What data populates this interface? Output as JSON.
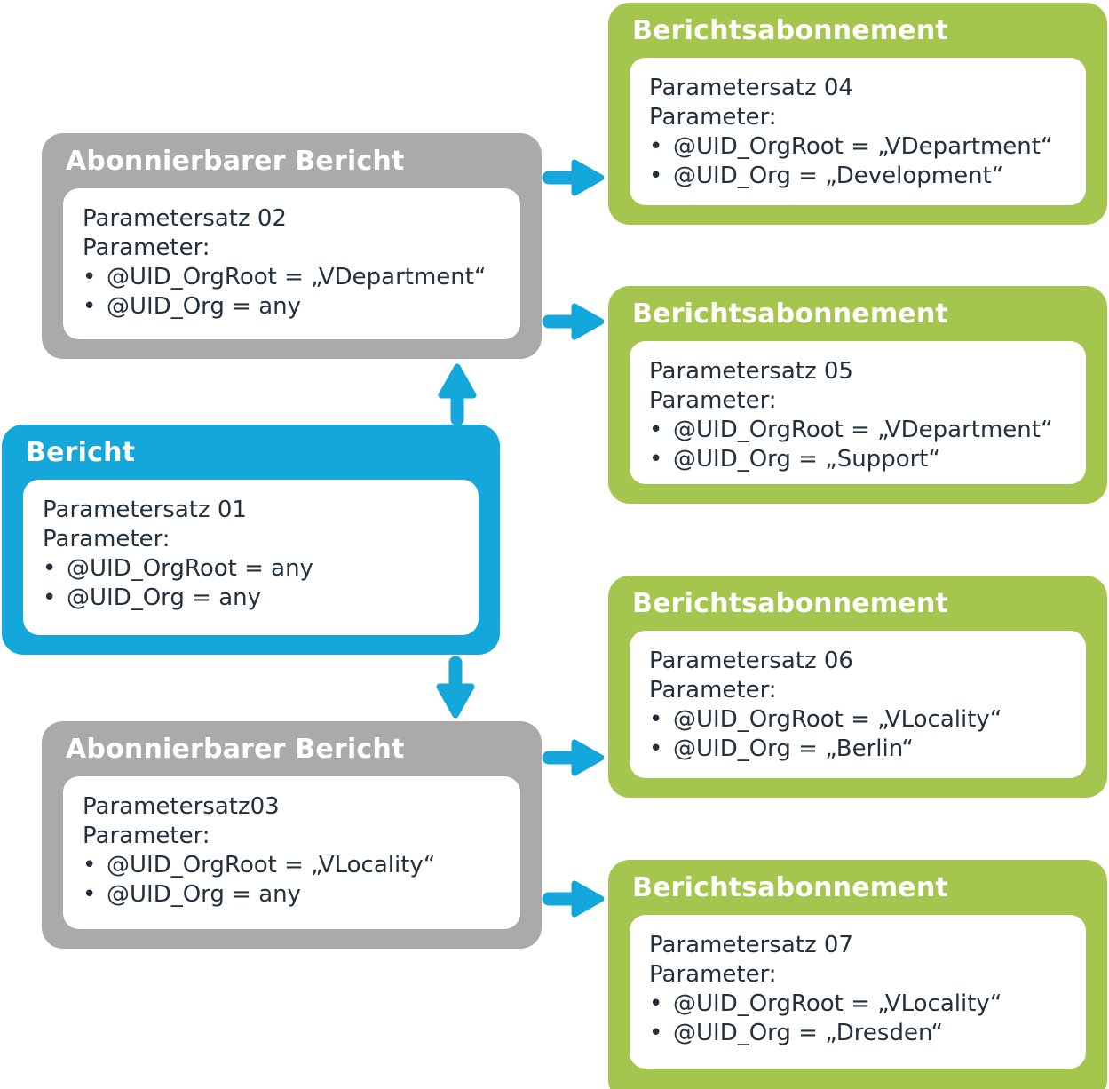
{
  "colors": {
    "blue": "#14A7DB",
    "green": "#A4C64F",
    "gray": "#AAAAAA",
    "text": "#22313D",
    "white": "#FFFFFF"
  },
  "bullet": "•",
  "boxes": {
    "report": {
      "title": "Bericht",
      "param_set": "Parametersatz 01",
      "param_label": "Parameter:",
      "params": [
        "@UID_OrgRoot = any",
        "@UID_Org = any"
      ]
    },
    "subscribable_report_1": {
      "title": "Abonnierbarer Bericht",
      "param_set": "Parametersatz 02",
      "param_label": "Parameter:",
      "params": [
        "@UID_OrgRoot = „VDepartment“",
        "@UID_Org = any"
      ]
    },
    "subscribable_report_2": {
      "title": "Abonnierbarer Bericht",
      "param_set": "Parametersatz03",
      "param_label": "Parameter:",
      "params": [
        "@UID_OrgRoot = „VLocality“",
        "@UID_Org = any"
      ]
    },
    "subscription_04": {
      "title": "Berichtsabonnement",
      "param_set": "Parametersatz 04",
      "param_label": "Parameter:",
      "params": [
        "@UID_OrgRoot = „VDepartment“",
        "@UID_Org = „Development“"
      ]
    },
    "subscription_05": {
      "title": "Berichtsabonnement",
      "param_set": "Parametersatz 05",
      "param_label": "Parameter:",
      "params": [
        "@UID_OrgRoot = „VDepartment“",
        "@UID_Org = „Support“"
      ]
    },
    "subscription_06": {
      "title": "Berichtsabonnement",
      "param_set": "Parametersatz 06",
      "param_label": "Parameter:",
      "params": [
        "@UID_OrgRoot = „VLocality“",
        "@UID_Org = „Berlin“"
      ]
    },
    "subscription_07": {
      "title": "Berichtsabonnement",
      "param_set": "Parametersatz 07",
      "param_label": "Parameter:",
      "params": [
        "@UID_OrgRoot = „VLocality“",
        "@UID_Org = „Dresden“"
      ]
    }
  },
  "arrows": [
    {
      "id": "report-to-subscribable-report-1",
      "direction": "up"
    },
    {
      "id": "report-to-subscribable-report-2",
      "direction": "down"
    },
    {
      "id": "subscribable-report-1-to-subscription-04",
      "direction": "right"
    },
    {
      "id": "subscribable-report-1-to-subscription-05",
      "direction": "right"
    },
    {
      "id": "subscribable-report-2-to-subscription-06",
      "direction": "right"
    },
    {
      "id": "subscribable-report-2-to-subscription-07",
      "direction": "right"
    }
  ]
}
